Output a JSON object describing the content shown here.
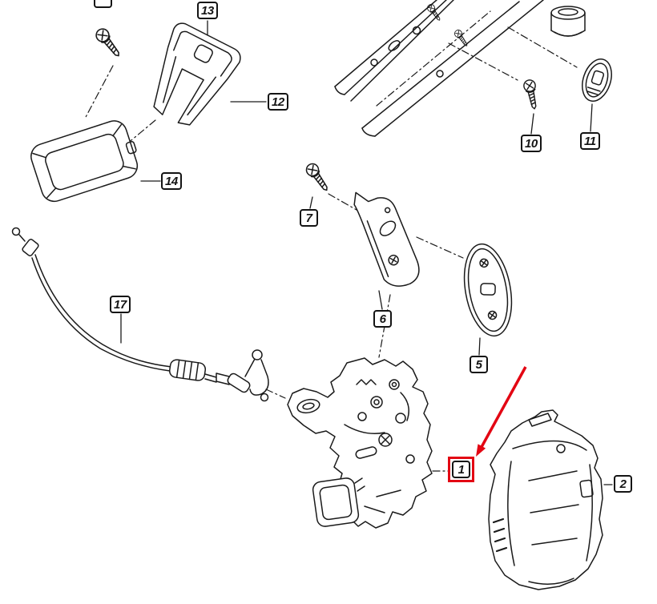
{
  "diagram": {
    "kind": "exploded parts diagram",
    "subject": "vehicle door lock assembly",
    "background_color": "#ffffff",
    "line_color": "#1a1a1a",
    "highlight_color": "#e30613"
  },
  "callouts": [
    {
      "label": "13"
    },
    {
      "label": "12"
    },
    {
      "label": "14"
    },
    {
      "label": "17"
    },
    {
      "label": "7"
    },
    {
      "label": "6"
    },
    {
      "label": "5"
    },
    {
      "label": "10"
    },
    {
      "label": "11"
    },
    {
      "label": "1",
      "highlighted": true
    },
    {
      "label": "2"
    },
    {
      "label": ""
    }
  ]
}
